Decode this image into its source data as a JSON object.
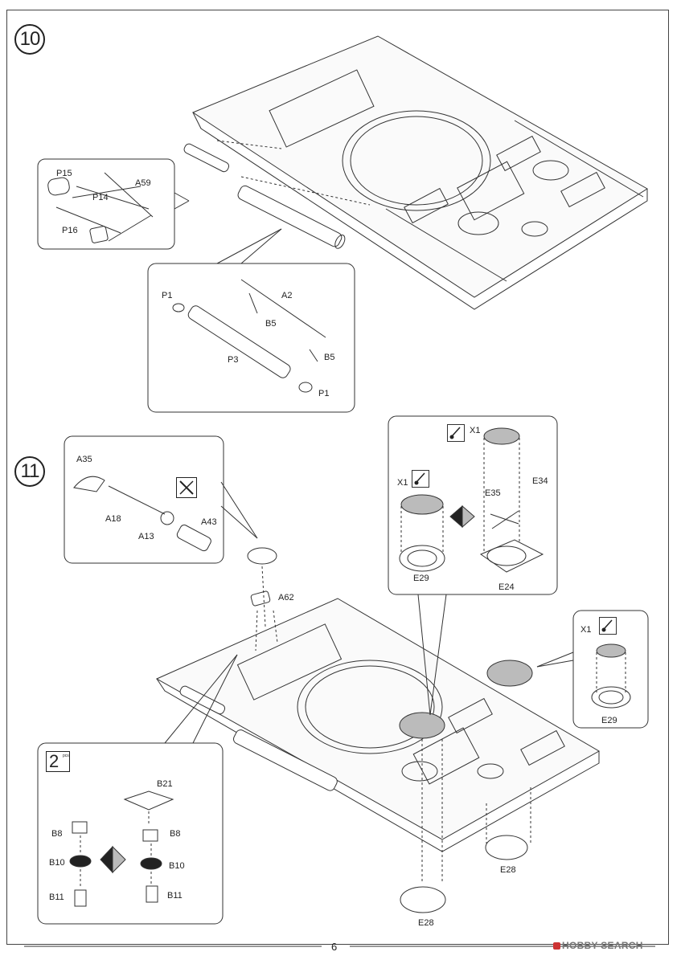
{
  "page": {
    "number": "6"
  },
  "watermark": "HOBBY SEARCH",
  "steps": [
    {
      "number": "10"
    },
    {
      "number": "11"
    }
  ],
  "step10": {
    "callout_small": {
      "labels": [
        "P15",
        "A59",
        "P14",
        "P16"
      ]
    },
    "callout_large": {
      "labels": [
        "P1",
        "A2",
        "B5",
        "P3",
        "B5",
        "P1"
      ]
    }
  },
  "step11": {
    "callout_mantlet": {
      "labels": [
        "A35",
        "A18",
        "A13",
        "A43"
      ],
      "icon": "cutting-tool-icon"
    },
    "main_labels": [
      "A62",
      "E28",
      "E28"
    ],
    "callout_hatch_left": {
      "labels": [
        "X1",
        "X1",
        "E35",
        "E34",
        "E29",
        "E24"
      ],
      "icon": "paint-brush-icon"
    },
    "callout_hatch_right": {
      "labels": [
        "X1",
        "E29"
      ],
      "icon": "paint-brush-icon"
    },
    "callout_hooks": {
      "quantity": "2",
      "quantity_unit": "pcs",
      "labels": [
        "B21",
        "B8",
        "B8",
        "B10",
        "B10",
        "B11",
        "B11"
      ]
    }
  }
}
